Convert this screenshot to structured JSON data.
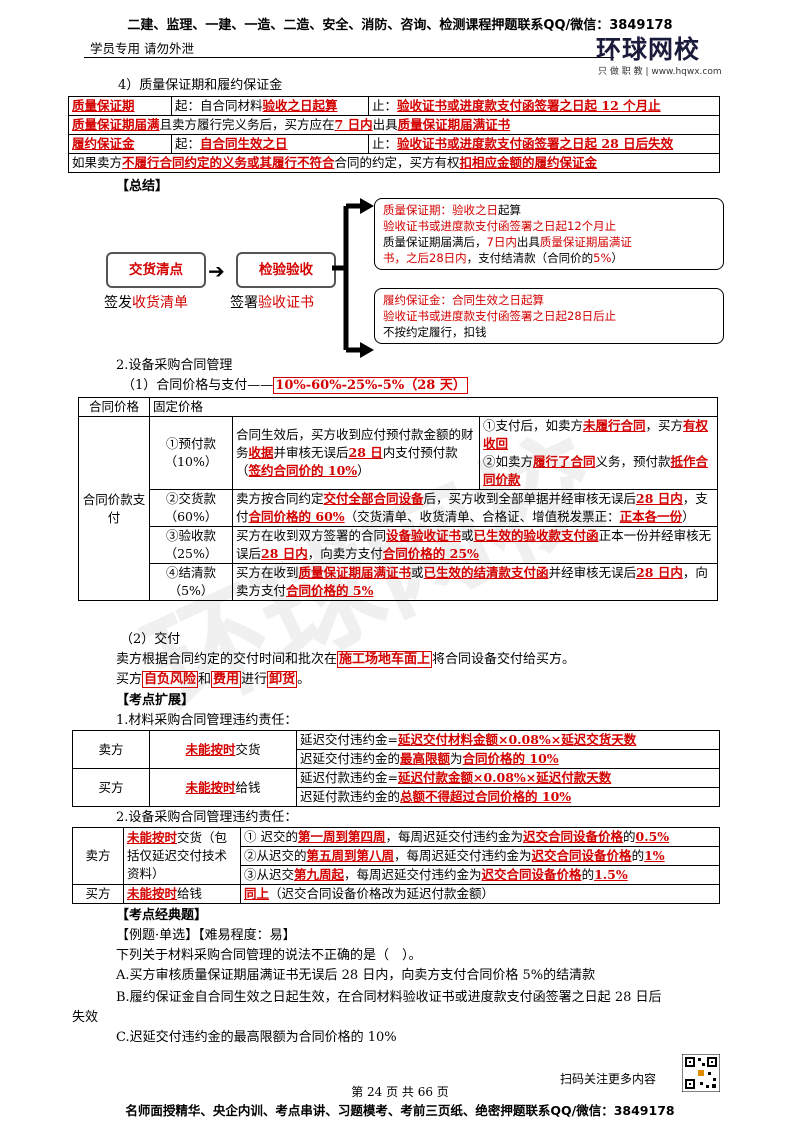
{
  "header": {
    "top": "二建、监理、一建、一造、二造、安全、消防、咨询、检测课程押题联系QQ/微信：3849178",
    "sub": "学员专用 请勿外泄",
    "logo_main": "环球网校",
    "logo_sub": "只 做 职 教 | www.hqwx.com"
  },
  "s4": {
    "title": "4）质量保证期和履约保证金",
    "r1a": "质量保证期",
    "r1b": "起：自合同材料",
    "r1c": "验收之日起算",
    "r1d": "止：",
    "r1e": "验收证书或进度款支付函签署之日起 12 个月止",
    "r2a": "质量保证期届满",
    "r2b": "且卖方履行完义务后，买方应在",
    "r2c": "7 日内",
    "r2d": "出具",
    "r2e": "质量保证期届满证书",
    "r3a": "履约保证金",
    "r3b": "起：",
    "r3c": "自合同生效之日",
    "r3d": "止：",
    "r3e": "验收证书或进度款支付函签署之日起 28 日后失效",
    "r4a": "如果卖方",
    "r4b": "不履行合同约定的义务或其履行不符合",
    "r4c": "合同的约定，买方有权",
    "r4d": "扣相应金额的履约保证金"
  },
  "summary": {
    "label": "【总结】",
    "box1": "交货清点",
    "box2": "检验验收",
    "cap1a": "签发",
    "cap1b": "收货清单",
    "cap2a": "签署",
    "cap2b": "验收证书",
    "top_l1a": "质量保证期：验收之日",
    "top_l1b": "起算",
    "top_l2": "验收证书或进度款支付函签署之日起12个月止",
    "top_l3a": "质量保证期届满后，",
    "top_l3b": "7日内",
    "top_l3c": "出具",
    "top_l3d": "质量保证期届满证",
    "top_l4a": "书，之后28日内",
    "top_l4b": "，支付结清款（合同价的",
    "top_l4c": "5%",
    "top_l4d": "）",
    "bot_l1": "履约保证金：合同生效之日起算",
    "bot_l2": "验收证书或进度款支付函签署之日起28日后止",
    "bot_l3": "不按约定履行，扣钱"
  },
  "s2": {
    "title": "2.设备采购合同管理",
    "sub1a": "（1）合同价格与支付——",
    "sub1b": "10%-60%-25%-5%（28 天）",
    "h1": "合同价格",
    "h2": "固定价格",
    "left": "合同价款支付",
    "p1name": "①预付款",
    "p1pct": "（10%）",
    "p1a": "合同生效后，买方收到应付预付款金额的财务",
    "p1b": "收据",
    "p1c": "并审核无误后",
    "p1d": "28 日",
    "p1e": "内支付预付款（",
    "p1f": "签约合同价的 10%",
    "p1g": "）",
    "p1r1a": "①支付后，如卖方",
    "p1r1b": "未履行合同",
    "p1r1c": "，买方",
    "p1r1d": "有权收回",
    "p1r2a": "②如卖方",
    "p1r2b": "履行了合同",
    "p1r2c": "义务，预付款",
    "p1r2d": "抵作合同价款",
    "p2name": "②交货款",
    "p2pct": "（60%）",
    "p2a": "卖方按合同约定",
    "p2b": "交付全部合同设备",
    "p2c": "后，买方收到全部单据并经审核无误后",
    "p2d": "28 日内",
    "p2e": "，支付",
    "p2f": "合同价格的 60%",
    "p2g": "（交货清单、收货清单、合格证、增值税发票正：",
    "p2h": "正本各一份",
    "p2i": "）",
    "p3name": "③验收款",
    "p3pct": "（25%）",
    "p3a": "买方在收到双方签署的合同",
    "p3b": "设备验收证书",
    "p3c": "或",
    "p3d": "已生效的验收款支付函",
    "p3e": "正本一份并经审核无误后",
    "p3f": "28 日内",
    "p3g": "，向卖方支付",
    "p3h": "合同价格的 25%",
    "p4name": "④结清款",
    "p4pct": "（5%）",
    "p4a": "买方在收到",
    "p4b": "质量保证期届满证书",
    "p4c": "或",
    "p4d": "已生效的结清款支付函",
    "p4e": "并经审核无误后",
    "p4f": "28 日内",
    "p4g": "，向卖方支付",
    "p4h": "合同价格的 5%"
  },
  "deliver": {
    "title": "（2）交付",
    "l1a": "卖方根据合同约定的交付时间和批次在",
    "l1b": "施工场地车面上",
    "l1c": "将合同设备交付给买方。",
    "l2a": "买方",
    "l2b": "自负风险",
    "l2c": "和",
    "l2d": "费用",
    "l2e": "进行",
    "l2f": "卸货",
    "l2g": "。"
  },
  "ext": {
    "title": "【考点扩展】",
    "t1": "1.材料采购合同管理违约责任：",
    "m_seller": "卖方",
    "m_s_a": "未能按时",
    "m_s_b": "交货",
    "m_s1a": "延迟交付违约金=",
    "m_s1b": "延迟交付材料金额×0.08%×延迟交货天数",
    "m_s2a": "迟延交付违约金的",
    "m_s2b": "最高限额",
    "m_s2c": "为",
    "m_s2d": "合同价格的 10%",
    "m_buyer": "买方",
    "m_b_a": "未能按时",
    "m_b_b": "给钱",
    "m_b1a": "延迟付款违约金=",
    "m_b1b": "延迟付款金额×0.08%×延迟付款天数",
    "m_b2a": "迟延付款违约金的",
    "m_b2b": "总额不得超过合同价格的 10%",
    "t2": "2.设备采购合同管理违约责任：",
    "e_seller": "卖方",
    "e_s_a": "未能按时",
    "e_s_b": "交货（包括仅延迟交付技术资料）",
    "e_s1a": "① 迟交的",
    "e_s1b": "第一周到第四周",
    "e_s1c": "，每周迟延交付违约金为",
    "e_s1d": "迟交合同设备价格",
    "e_s1e": "的",
    "e_s1f": "0.5%",
    "e_s2a": "②从迟交的",
    "e_s2b": "第五周到第八周",
    "e_s2c": "，每周迟延交付违约金为",
    "e_s2d": "迟交合同设备价格",
    "e_s2e": "的",
    "e_s2f": "1%",
    "e_s3a": "③从迟交",
    "e_s3b": "第九周起",
    "e_s3c": "，每周迟延交付违约金为",
    "e_s3d": "迟交合同设备价格",
    "e_s3e": "的",
    "e_s3f": "1.5%",
    "e_buyer": "买方",
    "e_b_a": "未能按时",
    "e_b_b": "给钱",
    "e_b1a": "同上",
    "e_b1b": "（迟交合同设备价格改为延迟付款金额）"
  },
  "classic": {
    "title": "【考点经典题】",
    "meta": "【例题·单选】【难易程度：易】",
    "q": "下列关于材料采购合同管理的说法不正确的是（　）。",
    "A": "A.买方审核质量保证期届满证书无误后 28 日内，向卖方支付合同价格 5%的结清款",
    "B1": "B.履约保证金自合同生效之日起生效，在合同材料验收证书或进度款支付函签署之日起 28 日后",
    "B2": "失效",
    "C": "C.迟延交付违约金的最高限额为合同价格的 10%"
  },
  "footer": {
    "qr_text": "扫码关注更多内容",
    "page": "第 24 页 共 66 页",
    "bottom": "名师面授精华、央企内训、考点串讲、习题模考、考前三页纸、绝密押题联系QQ/微信：3849178"
  }
}
